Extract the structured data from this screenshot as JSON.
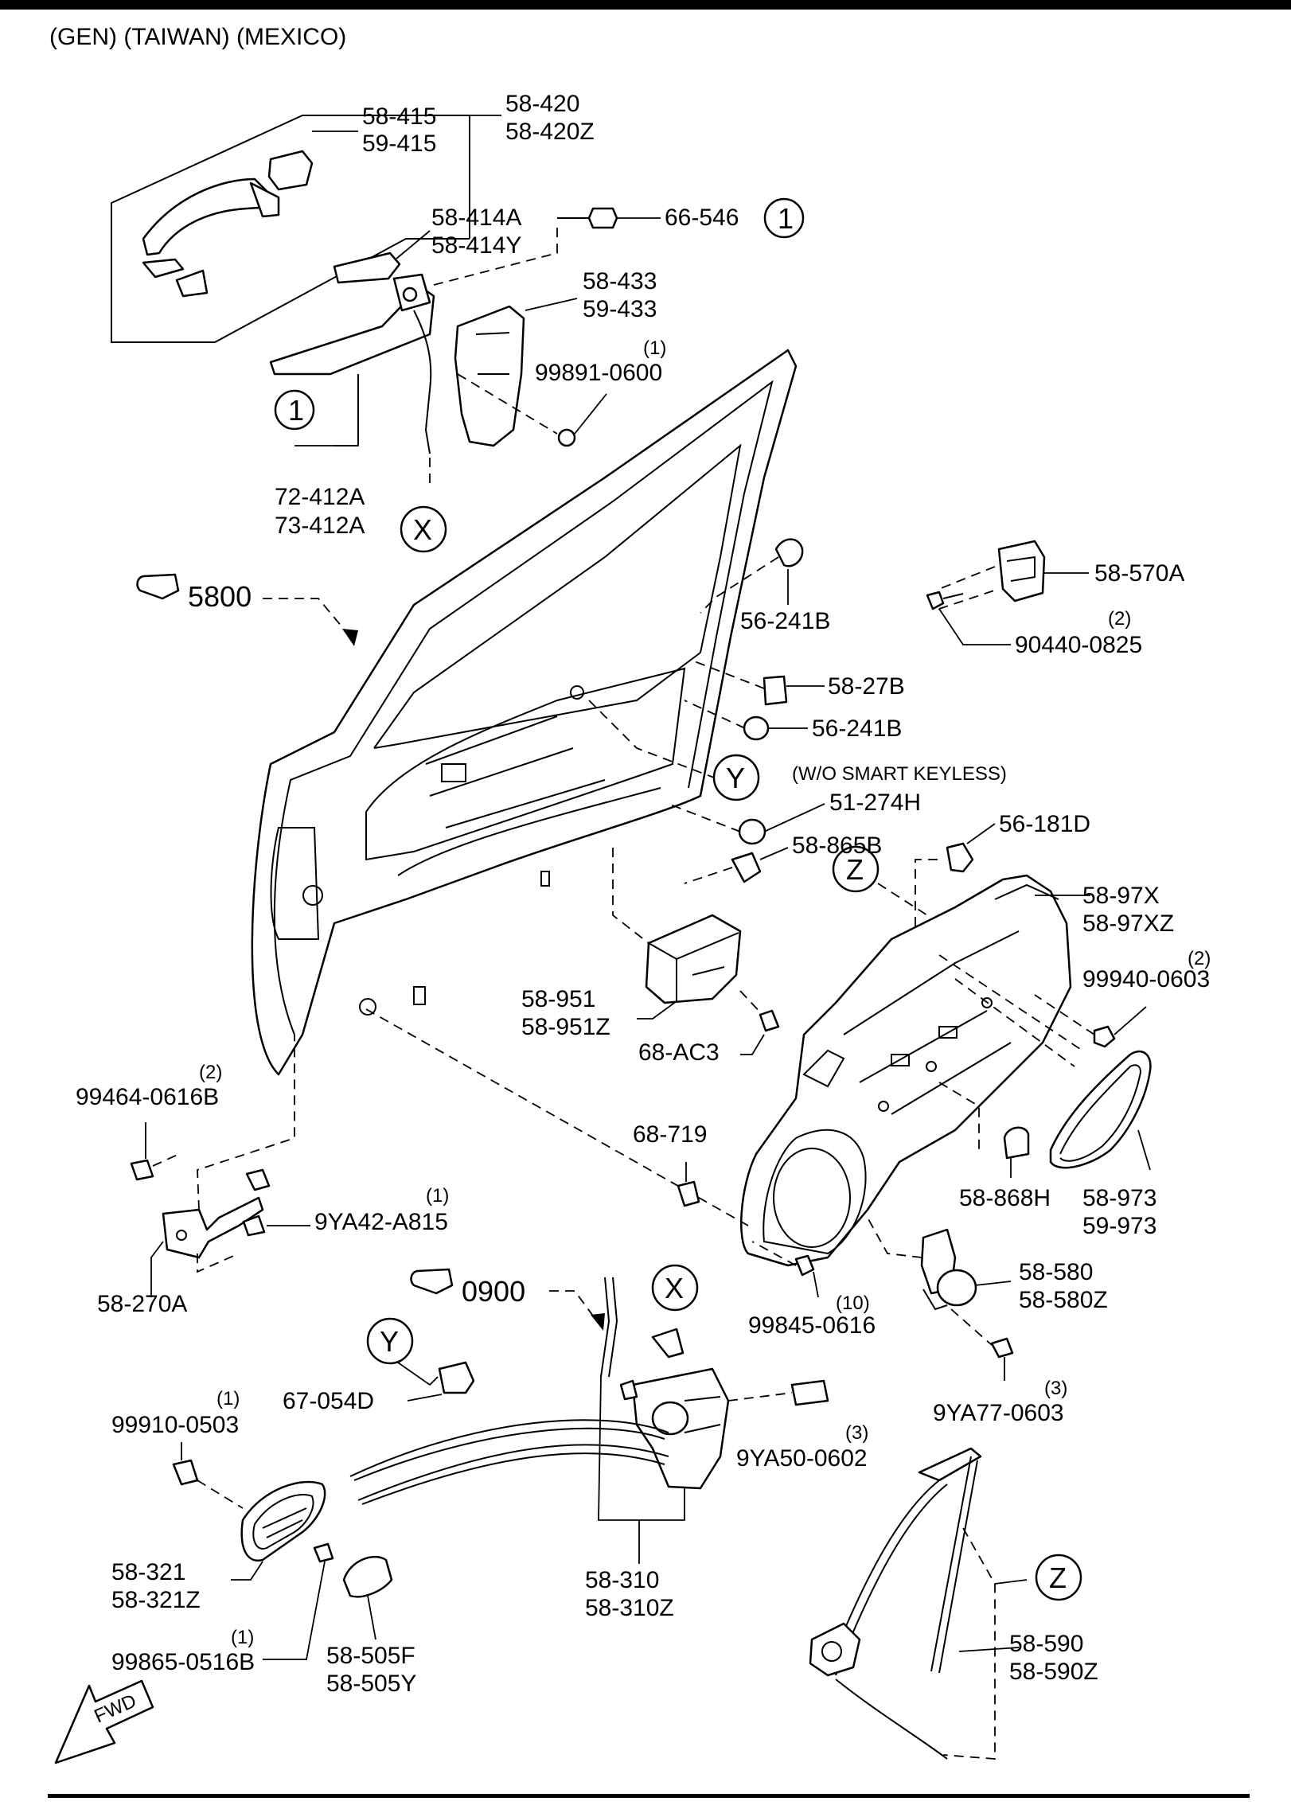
{
  "header": {
    "regions": "(GEN)  (TAIWAN)  (MEXICO)"
  },
  "callouts": {
    "c1": "1",
    "x": "X",
    "y": "Y",
    "z": "Z"
  },
  "refs": {
    "door_group": "5800",
    "lock_group": "0900"
  },
  "fwd": "FWD",
  "labels": {
    "l58_420": "58-420",
    "l58_420z": "58-420Z",
    "l58_415": "58-415",
    "l59_415": "59-415",
    "l58_414a": "58-414A",
    "l58_414y": "58-414Y",
    "l66_546": "66-546",
    "l58_433": "58-433",
    "l59_433": "59-433",
    "q99891": "(1)",
    "l99891": "99891-0600",
    "l72_412a": "72-412A",
    "l73_412a": "73-412A",
    "l56_241b_a": "56-241B",
    "l58_570a": "58-570A",
    "q90440": "(2)",
    "l90440": "90440-0825",
    "l58_27b": "58-27B",
    "l56_241b_b": "56-241B",
    "wo_smart": "(W/O SMART KEYLESS)",
    "l51_274h": "51-274H",
    "l58_865b": "58-865B",
    "l56_181d": "56-181D",
    "l58_97x": "58-97X",
    "l58_97xz": "58-97XZ",
    "q99940": "(2)",
    "l99940": "99940-0603",
    "l58_951": "58-951",
    "l58_951z": "58-951Z",
    "l68_ac3": "68-AC3",
    "q99464": "(2)",
    "l99464": "99464-0616B",
    "l68_719": "68-719",
    "q9ya42": "(1)",
    "l9ya42": "9YA42-A815",
    "l58_868h": "58-868H",
    "l58_973": "58-973",
    "l59_973": "59-973",
    "l58_270a": "58-270A",
    "l58_580": "58-580",
    "l58_580z": "58-580Z",
    "l99845": "99845-0616",
    "q99845": "(10)",
    "l67_054d": "67-054D",
    "q99910": "(1)",
    "l99910": "99910-0503",
    "q9ya77": "(3)",
    "l9ya77": "9YA77-0603",
    "q9ya50": "(3)",
    "l9ya50": "9YA50-0602",
    "l58_321": "58-321",
    "l58_321z": "58-321Z",
    "q99865": "(1)",
    "l99865": "99865-0516B",
    "l58_310": "58-310",
    "l58_310z": "58-310Z",
    "l58_505f": "58-505F",
    "l58_505y": "58-505Y",
    "l58_590": "58-590",
    "l58_590z": "58-590Z"
  }
}
